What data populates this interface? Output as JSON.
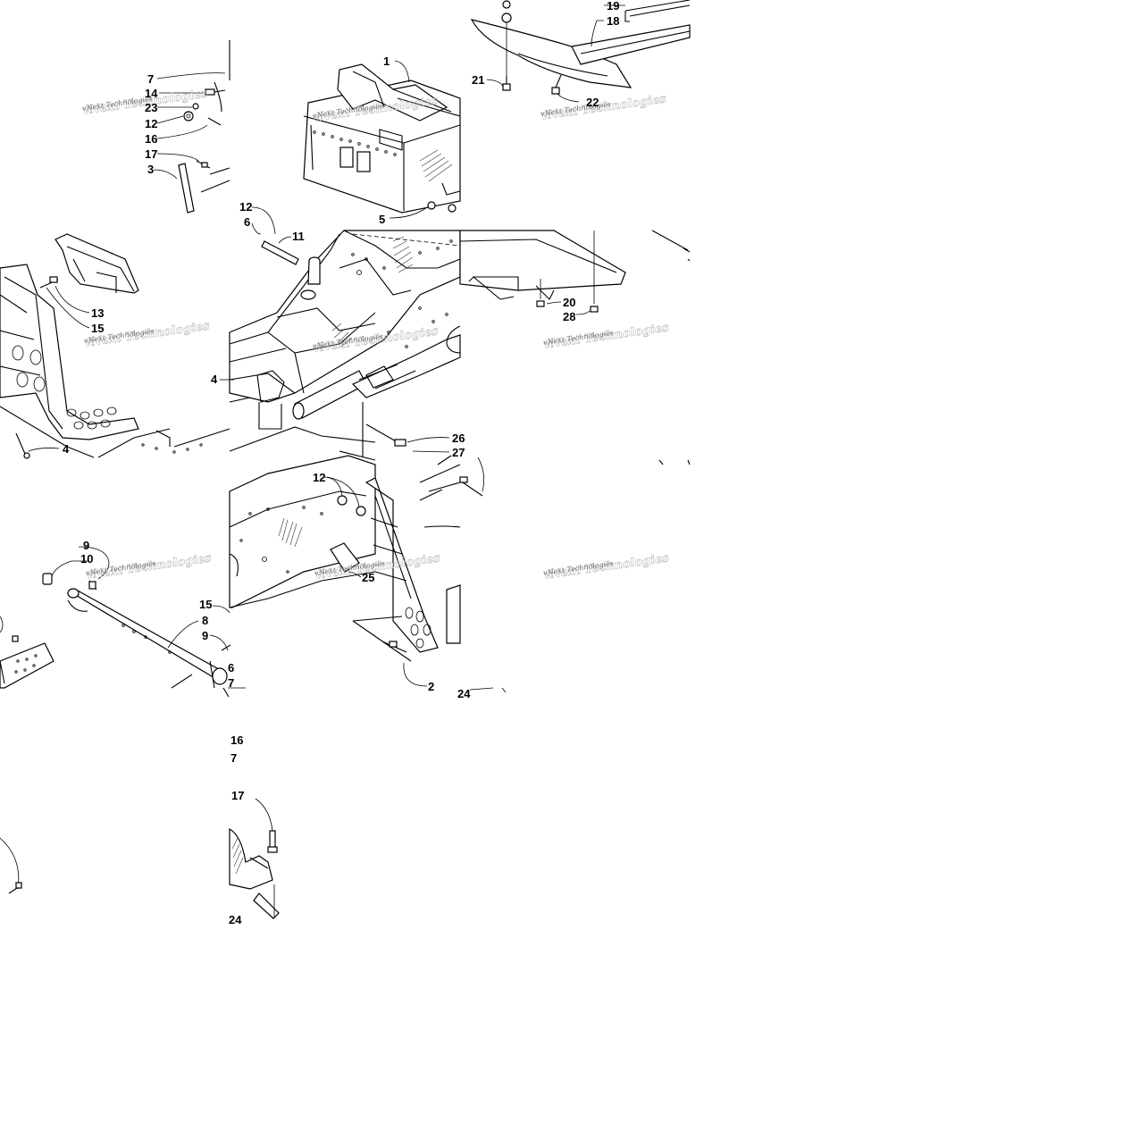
{
  "watermark": "vNext Technologies",
  "callouts": [
    {
      "n": "7"
    },
    {
      "n": "14"
    },
    {
      "n": "23"
    },
    {
      "n": "12"
    },
    {
      "n": "16"
    },
    {
      "n": "17"
    },
    {
      "n": "3"
    },
    {
      "n": "1"
    },
    {
      "n": "5"
    },
    {
      "n": "19"
    },
    {
      "n": "18"
    },
    {
      "n": "21"
    },
    {
      "n": "22"
    },
    {
      "n": "12"
    },
    {
      "n": "6"
    },
    {
      "n": "11"
    },
    {
      "n": "13"
    },
    {
      "n": "15"
    },
    {
      "n": "4"
    },
    {
      "n": "4"
    },
    {
      "n": "20"
    },
    {
      "n": "28"
    },
    {
      "n": "26"
    },
    {
      "n": "27"
    },
    {
      "n": "12"
    },
    {
      "n": "25"
    },
    {
      "n": "9"
    },
    {
      "n": "10"
    },
    {
      "n": "15"
    },
    {
      "n": "8"
    },
    {
      "n": "9"
    },
    {
      "n": "6"
    },
    {
      "n": "7"
    },
    {
      "n": "2"
    },
    {
      "n": "24"
    },
    {
      "n": "16"
    },
    {
      "n": "7"
    },
    {
      "n": "17"
    },
    {
      "n": "24"
    }
  ]
}
